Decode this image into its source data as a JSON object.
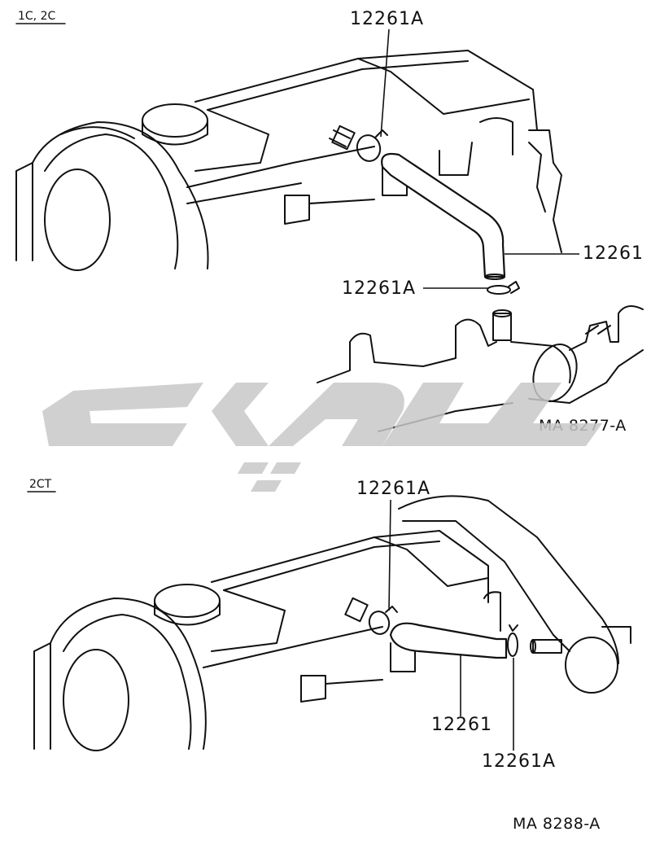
{
  "sections": {
    "top": {
      "label": "1C, 2C",
      "parts": {
        "clamp_upper": "12261A",
        "hose": "12261",
        "clamp_lower": "12261A"
      },
      "figure_code": "MA  8277-A"
    },
    "bottom": {
      "label": "2CT",
      "parts": {
        "clamp_upper": "12261A",
        "hose": "12261",
        "clamp_lower": "12261A"
      },
      "figure_code": "MA  8288-A"
    }
  },
  "watermark": {
    "color": "#c8c8c8"
  }
}
